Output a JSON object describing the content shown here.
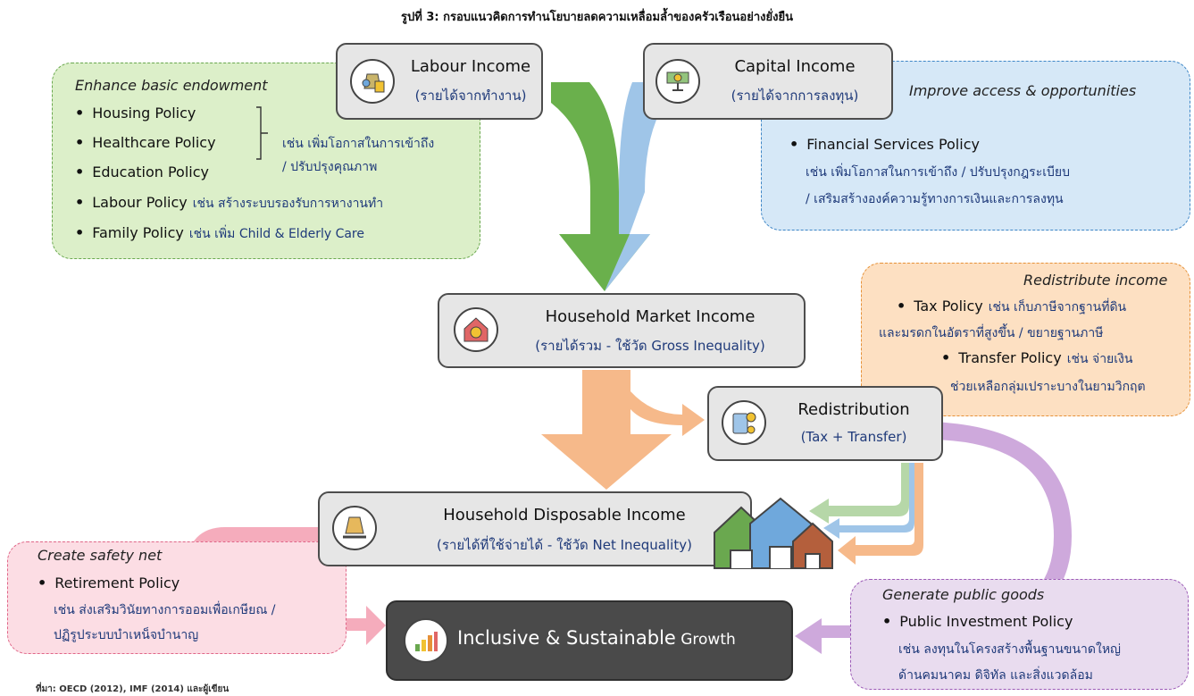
{
  "title": "รูปที่ 3: กรอบแนวคิดการทำนโยบายลดความเหลื่อมล้ำของครัวเรือนอย่างยั่งยืน",
  "labour": {
    "title": "Labour Income",
    "sub": "(รายได้จากทำงาน)"
  },
  "capital": {
    "title": "Capital Income",
    "sub": "(รายได้จากการลงทุน)"
  },
  "market": {
    "title": "Household Market Income",
    "sub": "(รายได้รวม - ใช้วัด Gross Inequality)"
  },
  "redistribution": {
    "title": "Redistribution",
    "sub": "(Tax + Transfer)"
  },
  "disposable": {
    "title": "Household Disposable Income",
    "sub": "(รายได้ที่ใช้จ่ายได้ - ใช้วัด Net Inequality)"
  },
  "growth": {
    "main": "Inclusive & Sustainable",
    "tail": " Growth"
  },
  "endowment": {
    "heading": "Enhance basic endowment",
    "housing": "Housing Policy",
    "healthcare": "Healthcare Policy",
    "education": "Education Policy",
    "group_note_1": "เช่น เพิ่มโอกาสในการเข้าถึง",
    "group_note_2": "/ ปรับปรุงคุณภาพ",
    "labour_policy": "Labour Policy",
    "labour_note": "เช่น สร้างระบบรองรับการหางานทำ",
    "family_policy": "Family Policy",
    "family_note": "เช่น เพิ่ม Child & Elderly Care"
  },
  "access": {
    "heading": "Improve access & opportunities",
    "item": "Financial Services Policy",
    "note_1": "เช่น เพิ่มโอกาสในการเข้าถึง / ปรับปรุงกฎระเบียบ",
    "note_2": "/ เสริมสร้างองค์ความรู้ทางการเงินและการลงทุน"
  },
  "redistribute": {
    "heading": "Redistribute income",
    "tax": "Tax Policy",
    "tax_note": "เช่น เก็บภาษีจากฐานที่ดิน",
    "tax_note_2": "และมรดกในอัตราที่สูงขึ้น / ขยายฐานภาษี",
    "transfer": "Transfer Policy",
    "transfer_note": "เช่น จ่ายเงิน",
    "transfer_note_2": "ช่วยเหลือกลุ่มเปราะบางในยามวิกฤต"
  },
  "safety": {
    "heading": "Create safety net",
    "item": "Retirement Policy",
    "note_1": "เช่น ส่งเสริมวินัยทางการออมเพื่อเกษียณ /",
    "note_2": "ปฏิรูประบบบำเหน็จบำนาญ"
  },
  "public": {
    "heading": "Generate public goods",
    "item": "Public Investment Policy",
    "note_1": "เช่น ลงทุนในโครงสร้างพื้นฐานขนาดใหญ่",
    "note_2": "ด้านคมนาคม ดิจิทัล และสิ่งแวดล้อม"
  },
  "footer": "ที่มา: OECD (2012), IMF (2014) และผู้เขียน",
  "colors": {
    "green_arrow": "#6ab04c",
    "blue_arrow": "#9fc5e8",
    "orange_arrow": "#f6b98a",
    "purple_arrow": "#c9a0d8",
    "pink_arrow": "#f4a3b5",
    "box_border": "#4d4d4d",
    "text_blue": "#1f3a7a",
    "growth_box": "#4a4a4a"
  },
  "icons": [
    "money-bag-worker-icon",
    "plant-coin-icon",
    "house-coin-icon",
    "calculator-coin-icon",
    "hand-money-bag-icon",
    "bar-growth-icon",
    "houses-icon"
  ]
}
